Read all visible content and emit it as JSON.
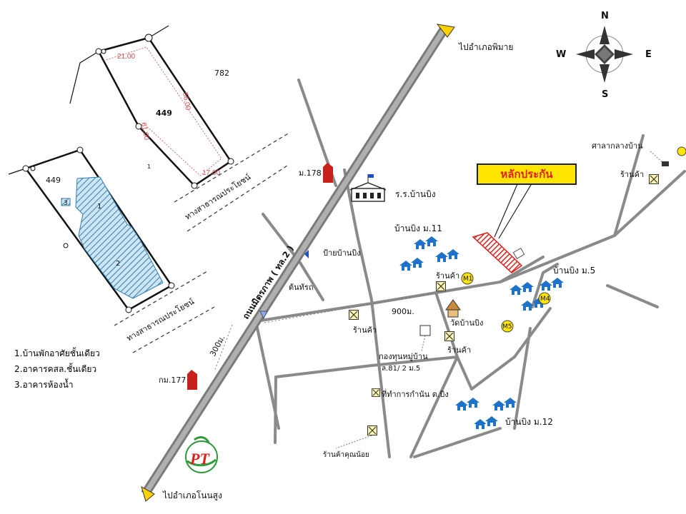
{
  "colors": {
    "main_road": "#9a9a9a",
    "local_road": "#8a8a8a",
    "arrow": "#ffd200",
    "highlight_plot": "#e0201b",
    "house": "#1e73c8",
    "callout_bg": "#ffe600",
    "callout_text": "#e0201b",
    "milestone": "#e0201b"
  },
  "compass": {
    "n": "N",
    "s": "S",
    "e": "E",
    "w": "W"
  },
  "destinations": {
    "north": "ไปอำเภอพิมาย",
    "south": "ไปอำเภอโนนสูง"
  },
  "roads": {
    "highway": "ถนนมิตรภาพ ( ทล.2 )",
    "public_way_1": "ทางสาธารณประโยชน์",
    "public_way_2": "ทางสาธารณประโยชน์"
  },
  "markers": {
    "km178": "ม.178",
    "km177": "กม.177"
  },
  "distances": {
    "d300": "300ม.",
    "d900": "900ม."
  },
  "places": {
    "school": "ร.ร.บ้านบิง",
    "village11": "บ้านบิง ม.11",
    "village5": "บ้านบิง ม.5",
    "village12": "บ้านบิง ม.12",
    "shop_m1": "ร้านค้า",
    "shop_center": "ร้านค้า",
    "shop_south": "ร้านค้า",
    "shop_east": "ร้านค้า",
    "temple": "วัดบ้านบิง",
    "bus_stop": "ป้ายบ้านบิง",
    "tree": "ต้นทัรถ",
    "fund_line1": "กองทุนหมู่บ้าน",
    "fund_line2": "ล.81/ 2 ม.5",
    "headman": "ที่ทำการกำนัน ต.บิง",
    "small_shop": "ร้านค้าคุณน้อย",
    "pavilion": "ศาลากลางบ้าน"
  },
  "village_tags": {
    "m1": "M1",
    "m4": "M4",
    "m5": "M5"
  },
  "collateral_label": "หลักประกัน",
  "plots": {
    "upper": {
      "number": "449",
      "neighbor": "782",
      "dim_top": "21.00",
      "dim_right": "56.00",
      "dim_left": "61.00",
      "dim_bottom": "17.00",
      "small_mark": "1"
    },
    "lower": {
      "number": "449",
      "building1": "1",
      "building2": "2",
      "building3": "3"
    }
  },
  "legend": {
    "item1": "1.บ้านพักอาศัยชั้นเดียว",
    "item2": "2.อาคารคสล.ชั้นเดียว",
    "item3": "3.อาคารห้องน้ำ"
  },
  "logo": {
    "text": "PT"
  }
}
